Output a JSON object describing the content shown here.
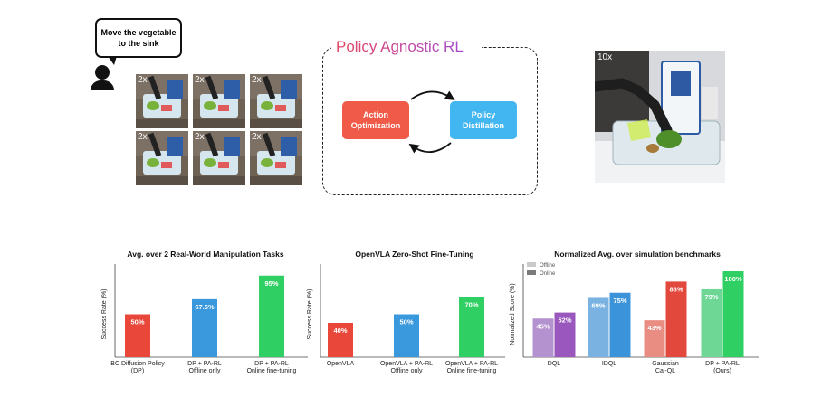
{
  "instruction": {
    "text": "Move the vegetable to the sink"
  },
  "tiles": [
    "2x",
    "2x",
    "2x",
    "2x",
    "2x",
    "2x"
  ],
  "policy_box": {
    "title": "Policy Agnostic RL",
    "left_label": "Action Optimization",
    "right_label": "Policy Distillation"
  },
  "robot_photo": {
    "speed": "10x"
  },
  "chart_data": [
    {
      "type": "bar",
      "title": "Avg. over 2 Real-World Manipulation Tasks",
      "ylabel": "Success Rate (%)",
      "ylim": [
        0,
        100
      ],
      "categories": [
        [
          "BC Diffusion Policy",
          "(DP)"
        ],
        [
          "DP + PA-RL",
          "Offline only"
        ],
        [
          "DP + PA-RL",
          "Online fine-tuning"
        ]
      ],
      "values": [
        50,
        67.5,
        95
      ],
      "value_labels": [
        "50%",
        "67.5%",
        "95%"
      ],
      "colors": [
        "#e8473a",
        "#3a98dc",
        "#2fcf63"
      ]
    },
    {
      "type": "bar",
      "title": "OpenVLA Zero-Shot Fine-Tuning",
      "ylabel": "Success Rate (%)",
      "ylim": [
        0,
        100
      ],
      "categories": [
        [
          "OpenVLA"
        ],
        [
          "OpenVLA + PA-RL",
          "Offline only"
        ],
        [
          "OpenVLA + PA-RL",
          "Online fine-tuning"
        ]
      ],
      "values": [
        40,
        50,
        70
      ],
      "value_labels": [
        "40%",
        "50%",
        "70%"
      ],
      "colors": [
        "#e8473a",
        "#3a98dc",
        "#2fcf63"
      ]
    },
    {
      "type": "bar",
      "title": "Normalized Avg. over simulation benchmarks",
      "ylabel": "Normalized Score (%)",
      "ylim": [
        0,
        100
      ],
      "categories": [
        [
          "DQL"
        ],
        [
          "IDQL"
        ],
        [
          "Gaussian",
          "Cal-QL"
        ],
        [
          "DP + PA-RL",
          "(Ours)"
        ]
      ],
      "series": [
        {
          "name": "Offline",
          "values": [
            45,
            69,
            43,
            79
          ],
          "value_labels": [
            "45%",
            "69%",
            "43%",
            "79%"
          ],
          "colors": [
            "#b491cf",
            "#7ab3e2",
            "#e98d82",
            "#6fd796"
          ]
        },
        {
          "name": "Online",
          "values": [
            52,
            75,
            88,
            100
          ],
          "value_labels": [
            "52%",
            "75%",
            "88%",
            "100%"
          ],
          "colors": [
            "#9a57bd",
            "#3b93d9",
            "#e2483c",
            "#2fcf63"
          ]
        }
      ],
      "legend_colors": [
        "#c9c9c9",
        "#7a7a7a"
      ],
      "legend_position": "top-left"
    }
  ]
}
